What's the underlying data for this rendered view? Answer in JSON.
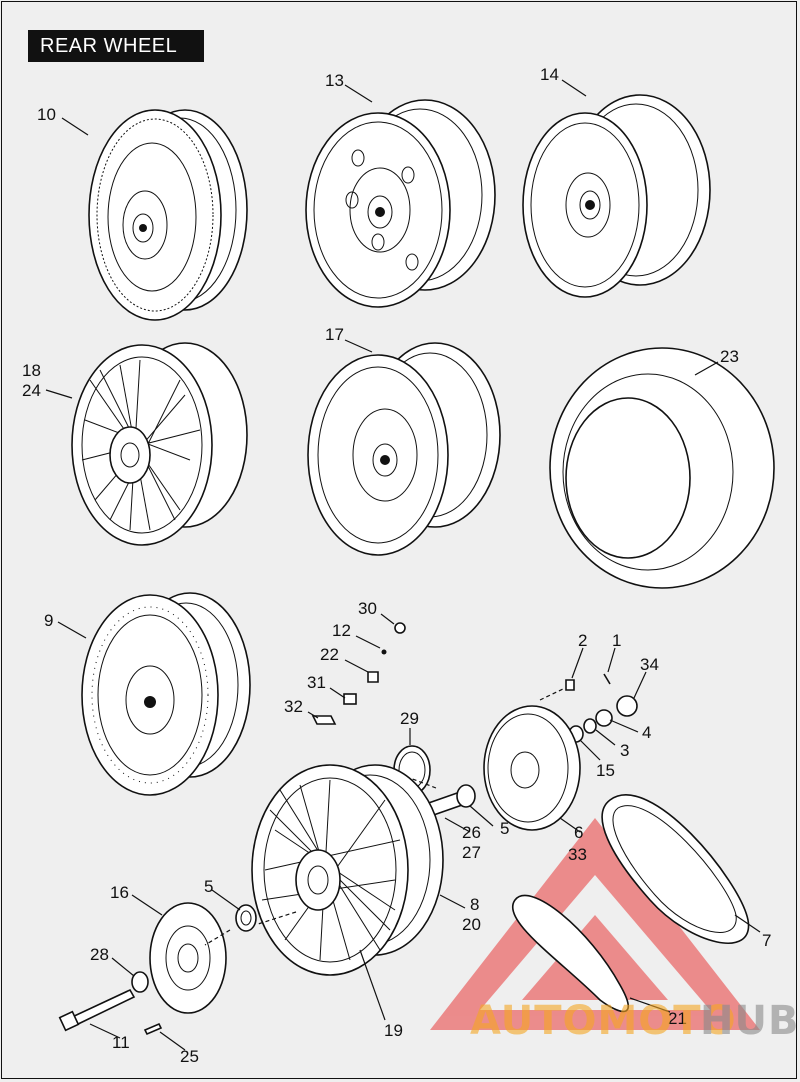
{
  "title": "REAR WHEEL",
  "callouts": {
    "c1": "1",
    "c2": "2",
    "c3": "3",
    "c4": "4",
    "c5a": "5",
    "c5b": "5",
    "c6": "6",
    "c7": "7",
    "c8": "8",
    "c9": "9",
    "c10": "10",
    "c11": "11",
    "c12": "12",
    "c13": "13",
    "c14": "14",
    "c15": "15",
    "c16": "16",
    "c17": "17",
    "c18": "18",
    "c19": "19",
    "c20": "20",
    "c21": "21",
    "c22": "22",
    "c23": "23",
    "c24": "24",
    "c25": "25",
    "c26": "26",
    "c27": "27",
    "c28": "28",
    "c29": "29",
    "c30": "30",
    "c31": "31",
    "c32": "32",
    "c33": "33",
    "c34": "34"
  },
  "watermark": {
    "part1": "AUTOMOTO",
    "part2": "HUB"
  },
  "colors": {
    "watermark_red": "#e83a3a",
    "watermark_orange": "#f5a623",
    "watermark_gray": "#8a8a8a",
    "line": "#111111",
    "background": "#efefef"
  }
}
